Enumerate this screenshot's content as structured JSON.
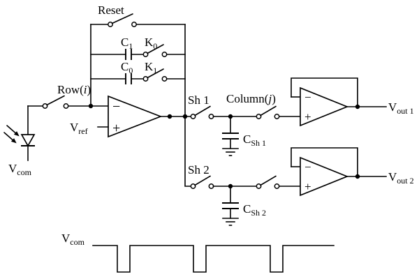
{
  "circuit": {
    "reset_switch": {
      "label": "Reset"
    },
    "cap_c1": {
      "base": "C",
      "sub": "1"
    },
    "switch_k0": {
      "base": "K",
      "sub": "0"
    },
    "cap_c0": {
      "base": "C",
      "sub": "0"
    },
    "switch_k1": {
      "base": "K",
      "sub": "1"
    },
    "row_switch": {
      "pre": "Row(",
      "var": "i",
      "post": ")"
    },
    "vref": {
      "base": "V",
      "sub": "ref"
    },
    "photodiode": {
      "base": "V",
      "sub": "com"
    },
    "integrator": {
      "minus": "−",
      "plus": "+"
    },
    "sh1_switch": {
      "label": "Sh 1"
    },
    "sh2_switch": {
      "label": "Sh 2"
    },
    "column_switch": {
      "pre": "Column(",
      "var": "j",
      "post": ")"
    },
    "cap_sh1": {
      "base": "C",
      "sub": "Sh 1"
    },
    "cap_sh2": {
      "base": "C",
      "sub": "Sh 2"
    },
    "buffer1": {
      "minus": "−",
      "plus": "+"
    },
    "buffer2": {
      "minus": "−",
      "plus": "+"
    },
    "vout1": {
      "base": "V",
      "sub": "out 1"
    },
    "vout2": {
      "base": "V",
      "sub": "out 2"
    }
  },
  "waveform": {
    "label": {
      "base": "V",
      "sub": "com"
    },
    "pulse_count": 3
  }
}
